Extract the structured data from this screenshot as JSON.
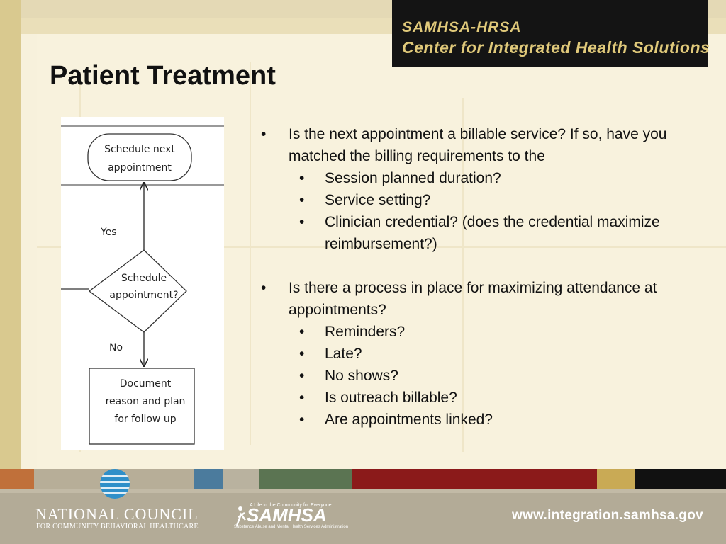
{
  "header": {
    "brand_line1": "SAMHSA-HRSA",
    "brand_line2": "Center for Integrated Health Solutions"
  },
  "slide": {
    "title": "Patient Treatment"
  },
  "flowchart": {
    "node_schedule_next": [
      "Schedule next",
      "appointment"
    ],
    "decision": [
      "Schedule",
      "appointment?"
    ],
    "node_document": [
      "Document",
      "reason and plan",
      "for follow up"
    ],
    "label_yes": "Yes",
    "label_no": "No"
  },
  "bullets": [
    {
      "text": "Is the next appointment a billable service? If so, have you matched the billing requirements to the",
      "sub": [
        "Session planned duration?",
        "Service setting?",
        "Clinician credential? (does the credential maximize reimbursement?)"
      ]
    },
    {
      "text": "Is there a process in place for maximizing attendance at appointments?",
      "sub": [
        "Reminders?",
        "Late?",
        "No shows?",
        "Is outreach billable?",
        "Are appointments linked?"
      ]
    }
  ],
  "footer": {
    "nc_name": "NATIONAL COUNCIL",
    "nc_sub": "FOR COMMUNITY BEHAVIORAL HEALTHCARE",
    "samhsa_tag": "A Life in the Community for Everyone",
    "samhsa_name": "SAMHSA",
    "samhsa_sub": "Substance Abuse and Mental Health Services Administration",
    "url": "www.integration.samhsa.gov"
  },
  "colors": {
    "stripe_orange": "#c0703a",
    "stripe_blue": "#4b7b9d",
    "stripe_grey": "#b9b29f",
    "stripe_green": "#5b7452",
    "stripe_red": "#8b1a1a",
    "stripe_gold": "#c9aa55",
    "stripe_black": "#111111",
    "brand_gold": "#e0c97a"
  }
}
